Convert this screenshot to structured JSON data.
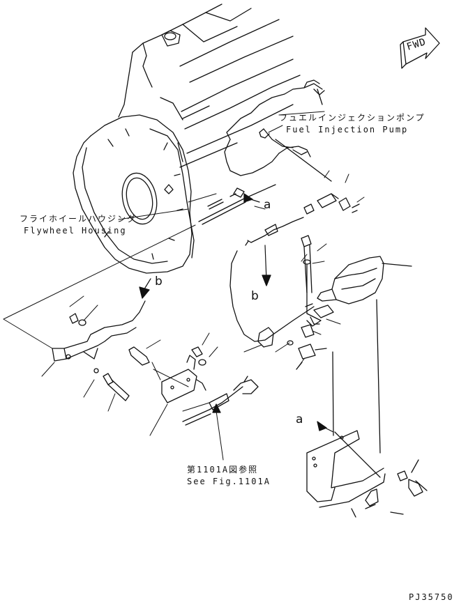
{
  "labels": {
    "fwd": "FWD",
    "fuel_pump_jp": "フュエルインジェクションポンプ",
    "fuel_pump_en": "Fuel Injection Pump",
    "flywheel_jp": "フライホイールハウジング",
    "flywheel_en": "Flywheel Housing",
    "see_fig_jp": "第1101A図参照",
    "see_fig_en": "See Fig.1101A",
    "part_code": "PJ35750",
    "ref_a": "a",
    "ref_b": "b"
  },
  "colors": {
    "ink": "#111111",
    "paper": "#ffffff"
  }
}
